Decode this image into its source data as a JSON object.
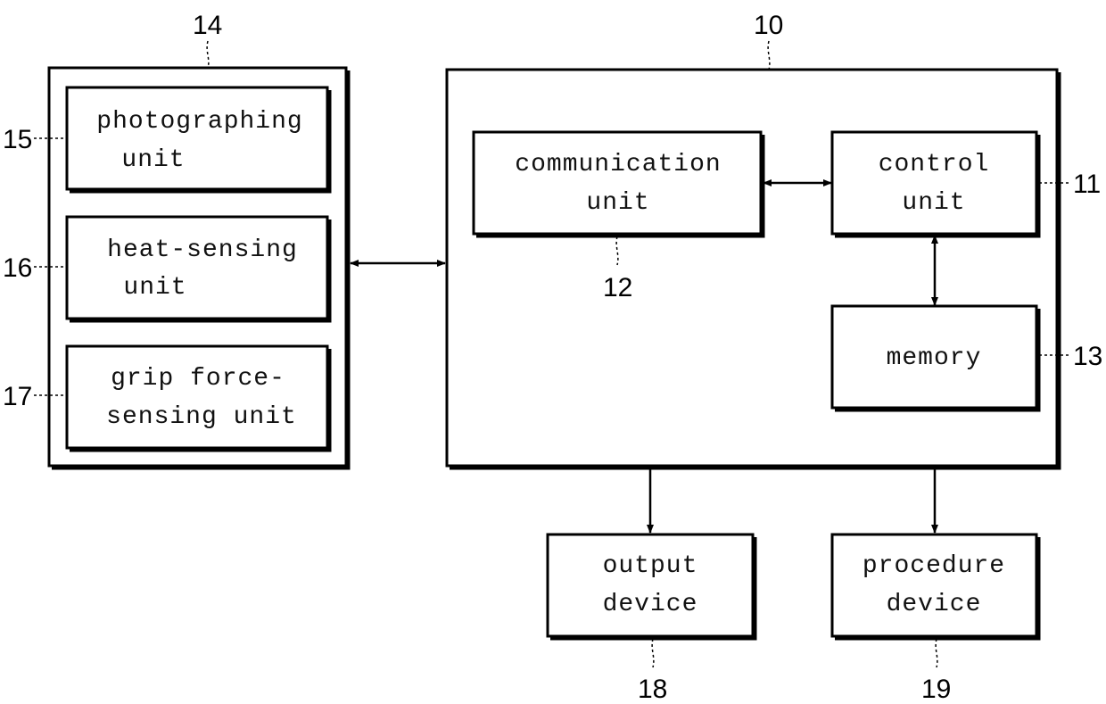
{
  "refs": {
    "sensor_group": "14",
    "device": "10",
    "control_unit": "11",
    "communication_unit": "12",
    "memory": "13",
    "photographing_unit": "15",
    "heat_sensing_unit": "16",
    "grip_force_unit": "17",
    "output_device": "18",
    "procedure_device": "19"
  },
  "blocks": {
    "photographing_unit": [
      "photographing",
      "unit"
    ],
    "heat_sensing_unit": [
      "heat-sensing",
      "unit"
    ],
    "grip_force_unit": [
      "grip force-",
      "sensing unit"
    ],
    "communication_unit": [
      "communication",
      "unit"
    ],
    "control_unit": [
      "control",
      "unit"
    ],
    "memory": [
      "memory"
    ],
    "output_device": [
      "output",
      "device"
    ],
    "procedure_device": [
      "procedure",
      "device"
    ]
  }
}
